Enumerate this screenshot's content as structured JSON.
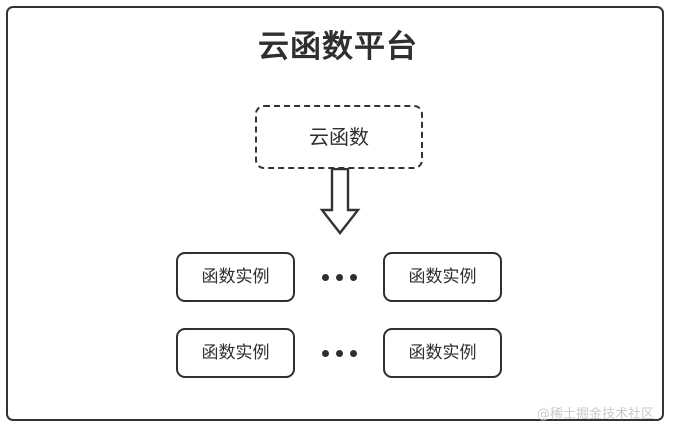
{
  "diagram": {
    "title": "云函数平台",
    "frame": {
      "border_color": "#333333",
      "background": "#ffffff"
    },
    "function_node": {
      "label": "云函数",
      "border_style": "dashed",
      "border_color": "#333333"
    },
    "arrow": {
      "icon": "down-block-arrow-icon",
      "direction": "down",
      "stroke_color": "#333333",
      "fill": "#ffffff"
    },
    "instance_rows": [
      {
        "row_name": "instance-row-1",
        "left_box_label": "函数实例",
        "ellipsis": "…",
        "right_box_label": "函数实例"
      },
      {
        "row_name": "instance-row-2",
        "left_box_label": "函数实例",
        "ellipsis": "…",
        "right_box_label": "函数实例"
      }
    ],
    "watermark": "@稀土掘金技术社区",
    "colors": {
      "stroke": "#2f2f2f",
      "text": "#2f2f2f",
      "watermark": "#c9c9c9",
      "background": "#ffffff"
    }
  }
}
